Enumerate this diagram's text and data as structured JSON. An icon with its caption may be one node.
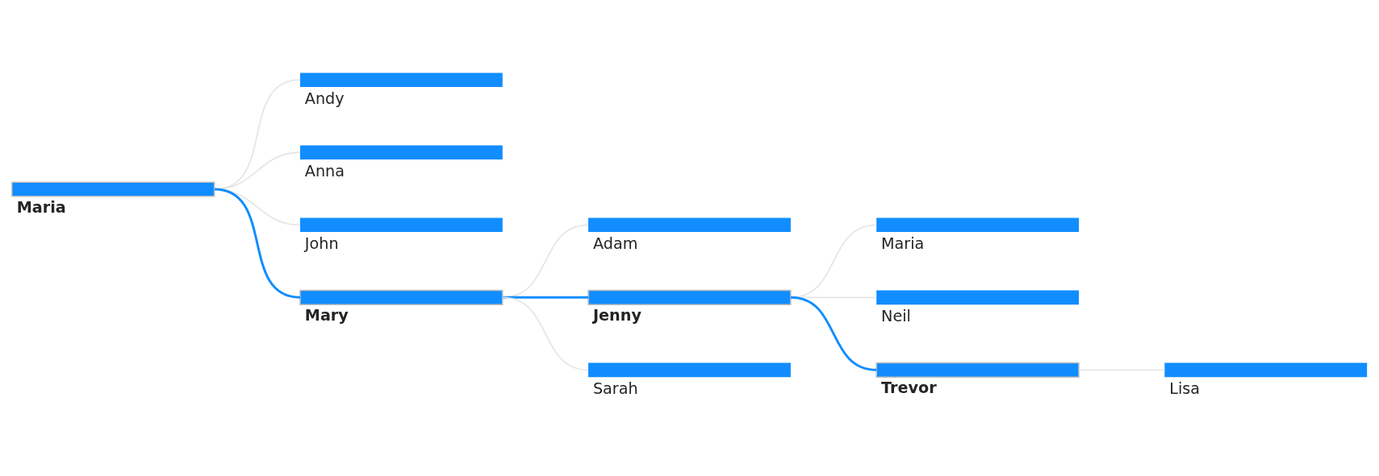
{
  "diagram": {
    "nodes": [
      {
        "text": [
          "Maria"
        ]
      },
      {
        "text": [
          "Andy"
        ]
      },
      {
        "text": [
          "Anna"
        ]
      },
      {
        "text": [
          "John"
        ]
      },
      {
        "text": [
          "Mary"
        ]
      },
      {
        "text": [
          "Adam"
        ]
      },
      {
        "text": [
          "Jenny"
        ]
      },
      {
        "text": [
          "Sarah"
        ]
      },
      {
        "text": [
          "Maria"
        ]
      },
      {
        "text": [
          "Neil"
        ]
      },
      {
        "text": [
          "Trevor"
        ]
      },
      {
        "text": [
          "Lisa"
        ]
      }
    ],
    "edges": [
      {
        "from": 0,
        "to": 1,
        "arrow": "none"
      },
      {
        "from": 0,
        "to": 2,
        "arrow": "none"
      },
      {
        "from": 0,
        "to": 3,
        "arrow": "none"
      },
      {
        "from": 0,
        "to": 4,
        "arrow": "none",
        "color": "#118dff"
      },
      {
        "from": 4,
        "to": 5,
        "arrow": "none"
      },
      {
        "from": 4,
        "to": 6,
        "arrow": "none",
        "color": "#118dff"
      },
      {
        "from": 4,
        "to": 7,
        "arrow": "none"
      },
      {
        "from": 6,
        "to": 8,
        "arrow": "none"
      },
      {
        "from": 6,
        "to": 9,
        "arrow": "none"
      },
      {
        "from": 6,
        "to": 10,
        "arrow": "none",
        "color": "#118dff"
      },
      {
        "from": 10,
        "to": 11,
        "arrow": "none"
      }
    ]
  }
}
